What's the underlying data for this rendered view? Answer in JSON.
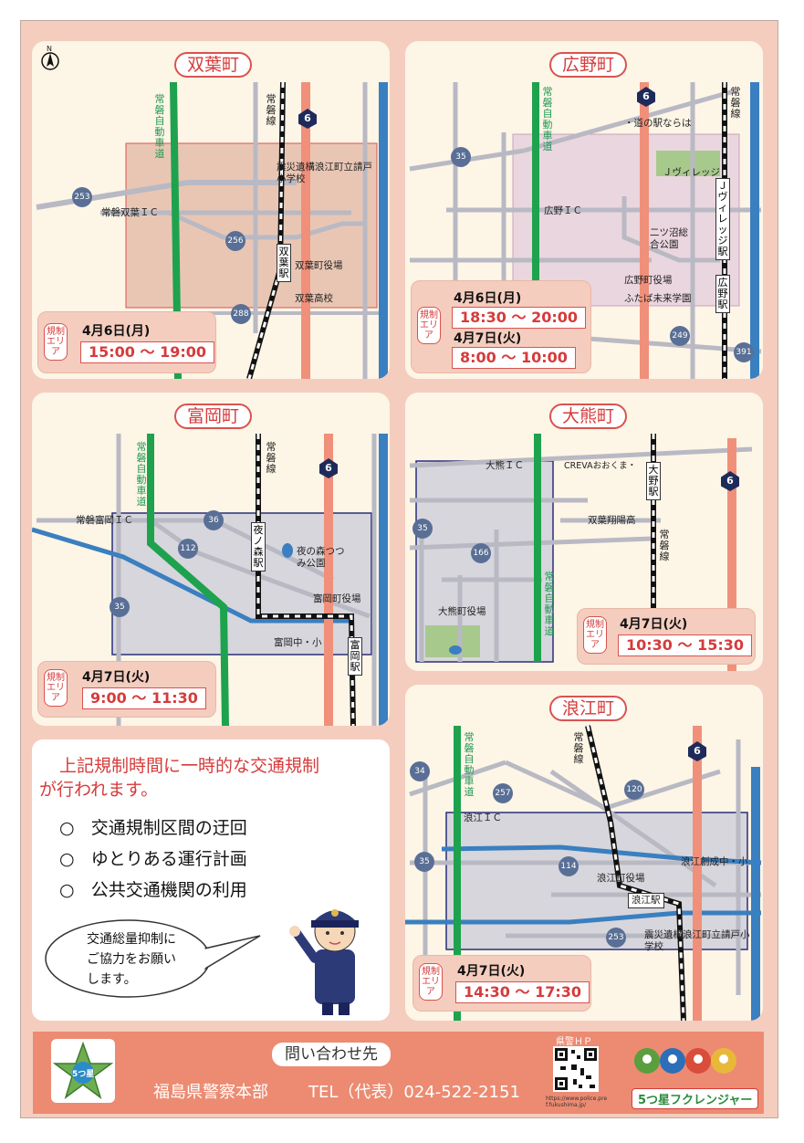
{
  "colors": {
    "expressway": "#1ea24e",
    "national_road": "#f0907a",
    "railway": "#111111",
    "river": "#3a7fc0",
    "road": "#b9b9c4",
    "area_border": "#2a2f7a",
    "area_fill": "#d6d6dc"
  },
  "compass": "N",
  "futaba": {
    "title": "双葉町",
    "labels": {
      "expressway": "常磐自動車道",
      "railway": "常磐線",
      "ic": "常磐双葉ＩＣ",
      "school": "震災遺構浪江町立請戸小学校",
      "station": "双葉駅",
      "office": "双葉町役場",
      "highschool": "双葉高校"
    },
    "routes": [
      "6",
      "253",
      "256",
      "288"
    ],
    "schedule": {
      "area": "規制エリア",
      "date": "4月6日(月)",
      "time": "15:00 ～ 19:00"
    }
  },
  "hirono": {
    "title": "広野町",
    "labels": {
      "expressway": "常磐自動車道",
      "railway": "常磐線",
      "roadside": "・道の駅ならは",
      "jvillage": "Ｊヴィレッジ",
      "jvillage_station": "Ｊヴィレッジ駅",
      "ic": "広野ＩＣ",
      "park": "二ツ沼総合公園",
      "office": "広野町役場",
      "school": "ふたば未来学園",
      "station": "広野駅"
    },
    "routes": [
      "6",
      "35",
      "249",
      "391"
    ],
    "schedule": {
      "area": "規制エリア",
      "date1": "4月6日(月)",
      "time1": "18:30 ～ 20:00",
      "date2": "4月7日(火)",
      "time2": "8:00 ～ 10:00"
    }
  },
  "tomioka": {
    "title": "富岡町",
    "labels": {
      "expressway": "常磐自動車道",
      "railway": "常磐線",
      "ic": "常磐富岡ＩＣ",
      "yonomori_station": "夜ノ森駅",
      "park": "夜の森つつみ公園",
      "office": "富岡町役場",
      "school": "富岡中・小",
      "station": "富岡駅"
    },
    "routes": [
      "6",
      "35",
      "36",
      "112"
    ],
    "schedule": {
      "area": "規制エリア",
      "date": "4月7日(火)",
      "time": "9:00 ～ 11:30"
    }
  },
  "okuma": {
    "title": "大熊町",
    "labels": {
      "ic": "大熊ＩＣ",
      "creva": "CREVAおおくま・",
      "station": "大野駅",
      "highschool": "双葉翔陽高",
      "railway": "常磐線",
      "office": "大熊町役場",
      "expressway": "常磐自動車道"
    },
    "routes": [
      "6",
      "35",
      "166"
    ],
    "schedule": {
      "area": "規制エリア",
      "date": "4月7日(火)",
      "time": "10:30 ～ 15:30"
    }
  },
  "namie": {
    "title": "浪江町",
    "labels": {
      "expressway": "常磐自動車道",
      "railway": "常磐線",
      "ic": "浪江ＩＣ",
      "office": "浪江町役場",
      "school": "浪江創成中・小",
      "station": "浪江駅",
      "ruins": "震災遺構浪江町立請戸小学校"
    },
    "routes": [
      "6",
      "34",
      "35",
      "114",
      "120",
      "253",
      "257"
    ],
    "schedule": {
      "area": "規制エリア",
      "date": "4月7日(火)",
      "time": "14:30 ～ 17:30"
    }
  },
  "notice": {
    "line1": "上記規制時間に一時的な交通規制",
    "line2": "が行われます。",
    "items": [
      {
        "bullet": "○",
        "text": "交通規制区間の迂回"
      },
      {
        "bullet": "○",
        "text": "ゆとりある運行計画"
      },
      {
        "bullet": "○",
        "text": "公共交通機関の利用"
      }
    ],
    "bubble": [
      "交通総量抑制に",
      "ご協力をお願い",
      "します。"
    ]
  },
  "footer": {
    "contact_label": "問い合わせ先",
    "office": "福島県警察本部",
    "tel": "TEL（代表）024-522-2151",
    "hp_label": "県警ＨＰ",
    "url": "https://www.police.pref.fukushima.jp/",
    "logo_text": "5つ星",
    "team": "5つ星フクレンジャー"
  }
}
